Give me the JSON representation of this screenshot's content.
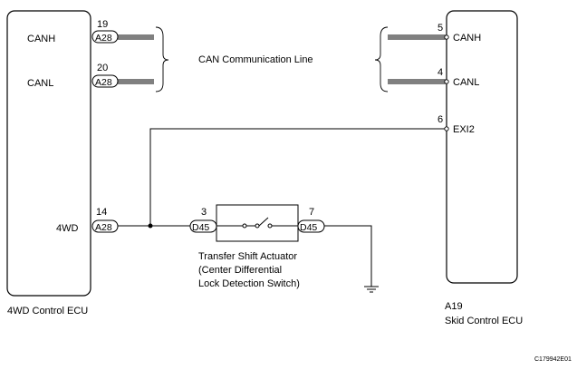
{
  "left_ecu": {
    "label": "4WD Control ECU"
  },
  "right_ecu": {
    "code": "A19",
    "label": "Skid Control ECU"
  },
  "left_pins": [
    {
      "pin": "19",
      "signal": "CANH",
      "connector": "A28"
    },
    {
      "pin": "20",
      "signal": "CANL",
      "connector": "A28"
    },
    {
      "pin": "14",
      "signal": "4WD",
      "connector": "A28"
    }
  ],
  "right_pins": [
    {
      "pin": "5",
      "signal": "CANH"
    },
    {
      "pin": "4",
      "signal": "CANL"
    },
    {
      "pin": "6",
      "signal": "EXI2"
    }
  ],
  "can_line_label": "CAN Communication Line",
  "switch": {
    "pin_in": "3",
    "connector_in": "D45",
    "pin_out": "7",
    "connector_out": "D45",
    "label_lines": [
      "Transfer Shift Actuator",
      "(Center Differential",
      "Lock Detection Switch)"
    ]
  },
  "figure_code": "C179942E01"
}
